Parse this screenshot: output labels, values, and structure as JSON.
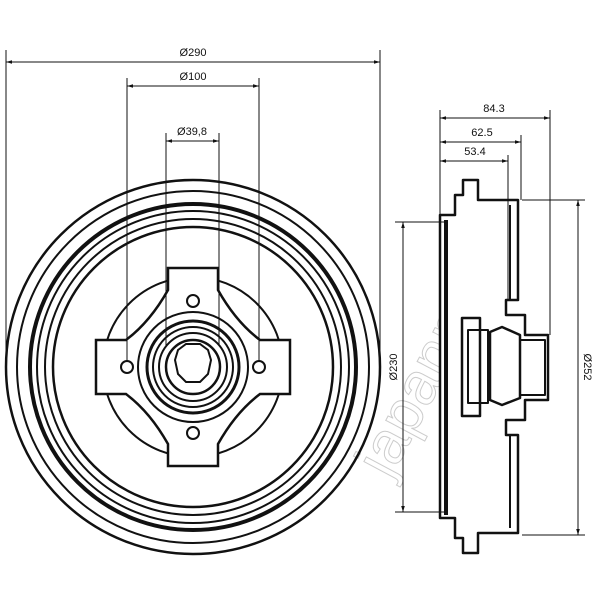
{
  "watermark": "japanparts",
  "front_view": {
    "dim_outer": "Ø290",
    "dim_bolt_circle": "Ø100",
    "dim_center_bore": "Ø39,8"
  },
  "side_view": {
    "dim_total_height": "84.3",
    "dim_height_2": "62.5",
    "dim_height_3": "53.4",
    "dim_inner_diameter": "Ø230",
    "dim_outer_diameter": "Ø252"
  }
}
